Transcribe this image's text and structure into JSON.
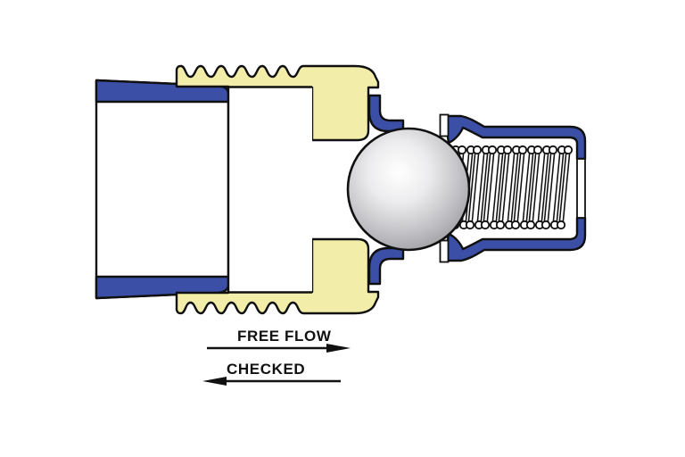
{
  "figure": {
    "type": "technical-cross-section-diagram",
    "subject": "spring-loaded ball check valve (quick-connect fitting) cross-section",
    "background": "#ffffff",
    "annotations": {
      "free_flow": {
        "label": "FREE FLOW",
        "direction": "right"
      },
      "checked": {
        "label": "CHECKED",
        "direction": "left"
      }
    },
    "colors": {
      "fitting_blue": "#3a4fa5",
      "body_yellow": "#f2eeaa",
      "ball_gray": "#98989e",
      "outline_black": "#101010",
      "text_black": "#111111"
    },
    "components": [
      "inlet-tube",
      "threaded-valve-body",
      "bore",
      "seat-seals",
      "check-ball",
      "coil-spring",
      "spring-housing-outlet"
    ]
  }
}
